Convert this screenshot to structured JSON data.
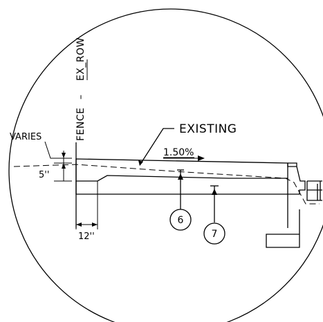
{
  "labels": {
    "fence": "FENCE",
    "separator": "–",
    "row": "EX_ROW",
    "varies": "VARIES",
    "thickness": "5''",
    "existing": "EXISTING",
    "slope": "1.50%",
    "width": "12''"
  },
  "callouts": [
    {
      "number": "6"
    },
    {
      "number": "7"
    }
  ]
}
